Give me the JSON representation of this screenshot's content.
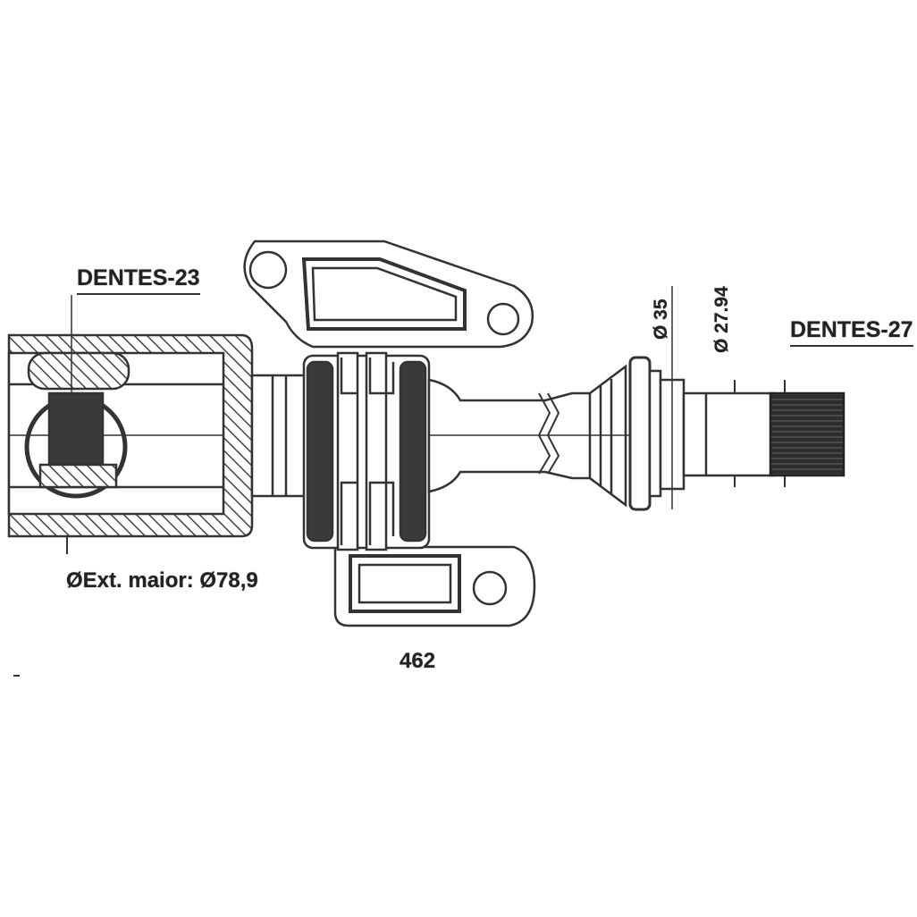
{
  "labels": {
    "teeth_inner": "DENTES-23",
    "teeth_outer": "DENTES-27",
    "diameter_35": "Ø 35",
    "diameter_27_94": "Ø 27.94",
    "outer_diameter": "ØExt. maior: Ø78,9",
    "length": "462"
  },
  "colors": {
    "line": "#333333",
    "fill_dark": "#3a3a3a",
    "fill_light": "#f2f2f2"
  }
}
